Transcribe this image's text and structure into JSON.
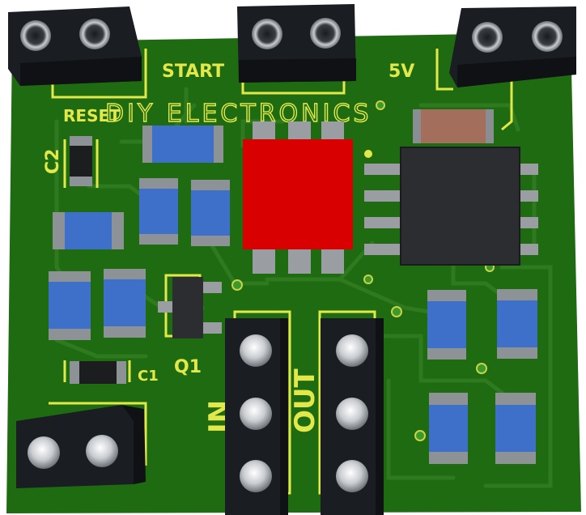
{
  "silkscreen": {
    "brand": "DIY ELECTRONICS",
    "start": "START",
    "five_volt": "5V",
    "reset": "RESET",
    "c2": "C2",
    "c1": "C1",
    "q1": "Q1",
    "in": "IN",
    "out": "OUT"
  },
  "colors": {
    "board": "#1f6b12",
    "silk": "#e3e84a",
    "trace": "#2f7a1e",
    "connector": "#1a1d22",
    "smd_body": "#3e6fc9",
    "smd_cap": "#8d9296",
    "chip_red": "#d80000",
    "ic_body": "#2b2d30",
    "brown": "#a46e5c"
  }
}
